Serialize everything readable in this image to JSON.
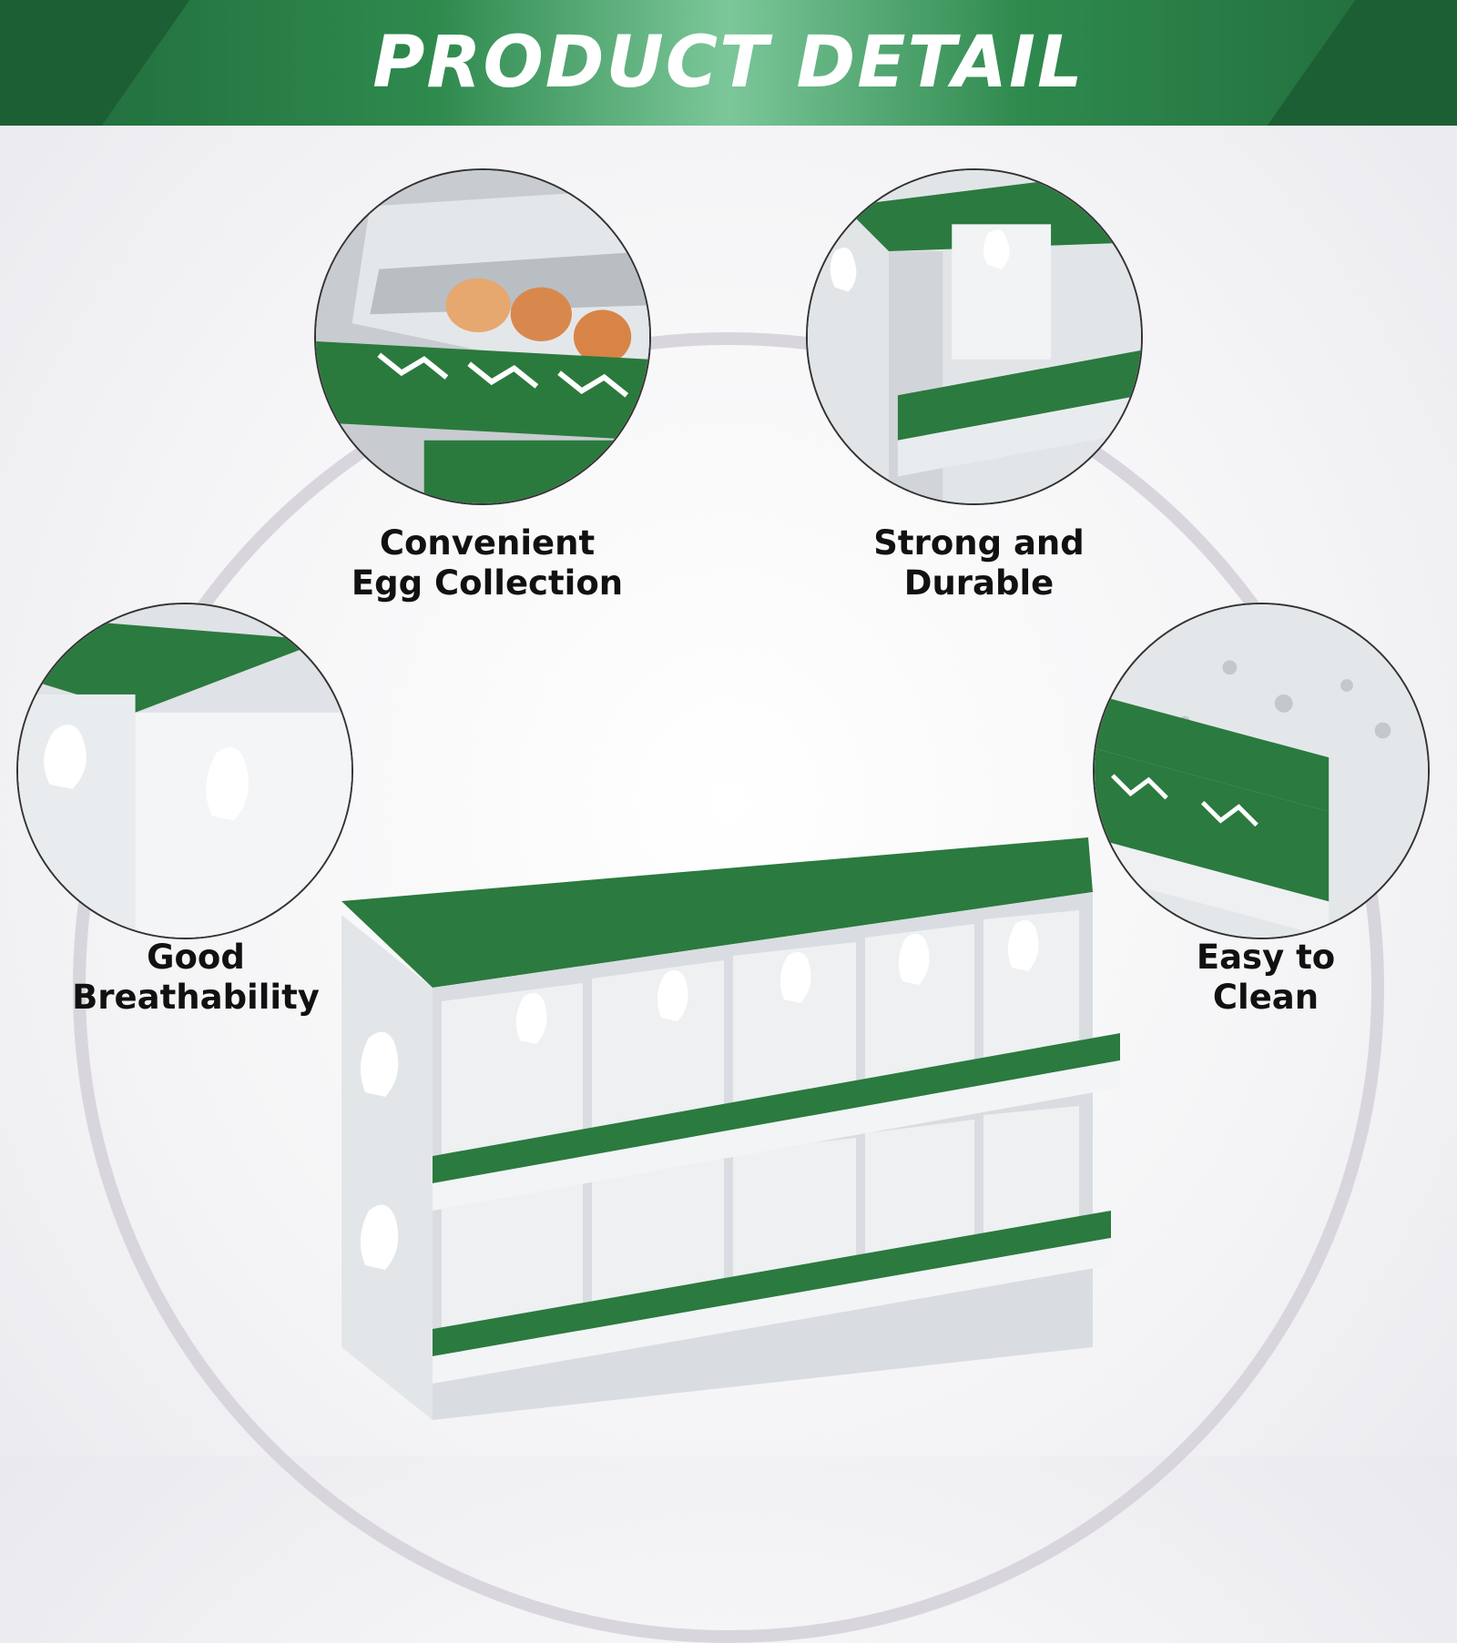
{
  "header": {
    "title": "PRODUCT DETAIL"
  },
  "features": {
    "egg_collection": {
      "line1": "Convenient",
      "line2": "Egg Collection"
    },
    "durable": {
      "line1": "Strong and",
      "line2": "Durable"
    },
    "breathability": {
      "line1": "Good",
      "line2": "Breathability"
    },
    "clean": {
      "line1": "Easy to",
      "line2": "Clean"
    }
  },
  "colors": {
    "accent": "#2d7a46",
    "lid": "#2b7a3f",
    "metal": "#e6e8ea"
  },
  "icons": [
    "chicken-icon",
    "egg-icon",
    "water-drop-icon"
  ]
}
